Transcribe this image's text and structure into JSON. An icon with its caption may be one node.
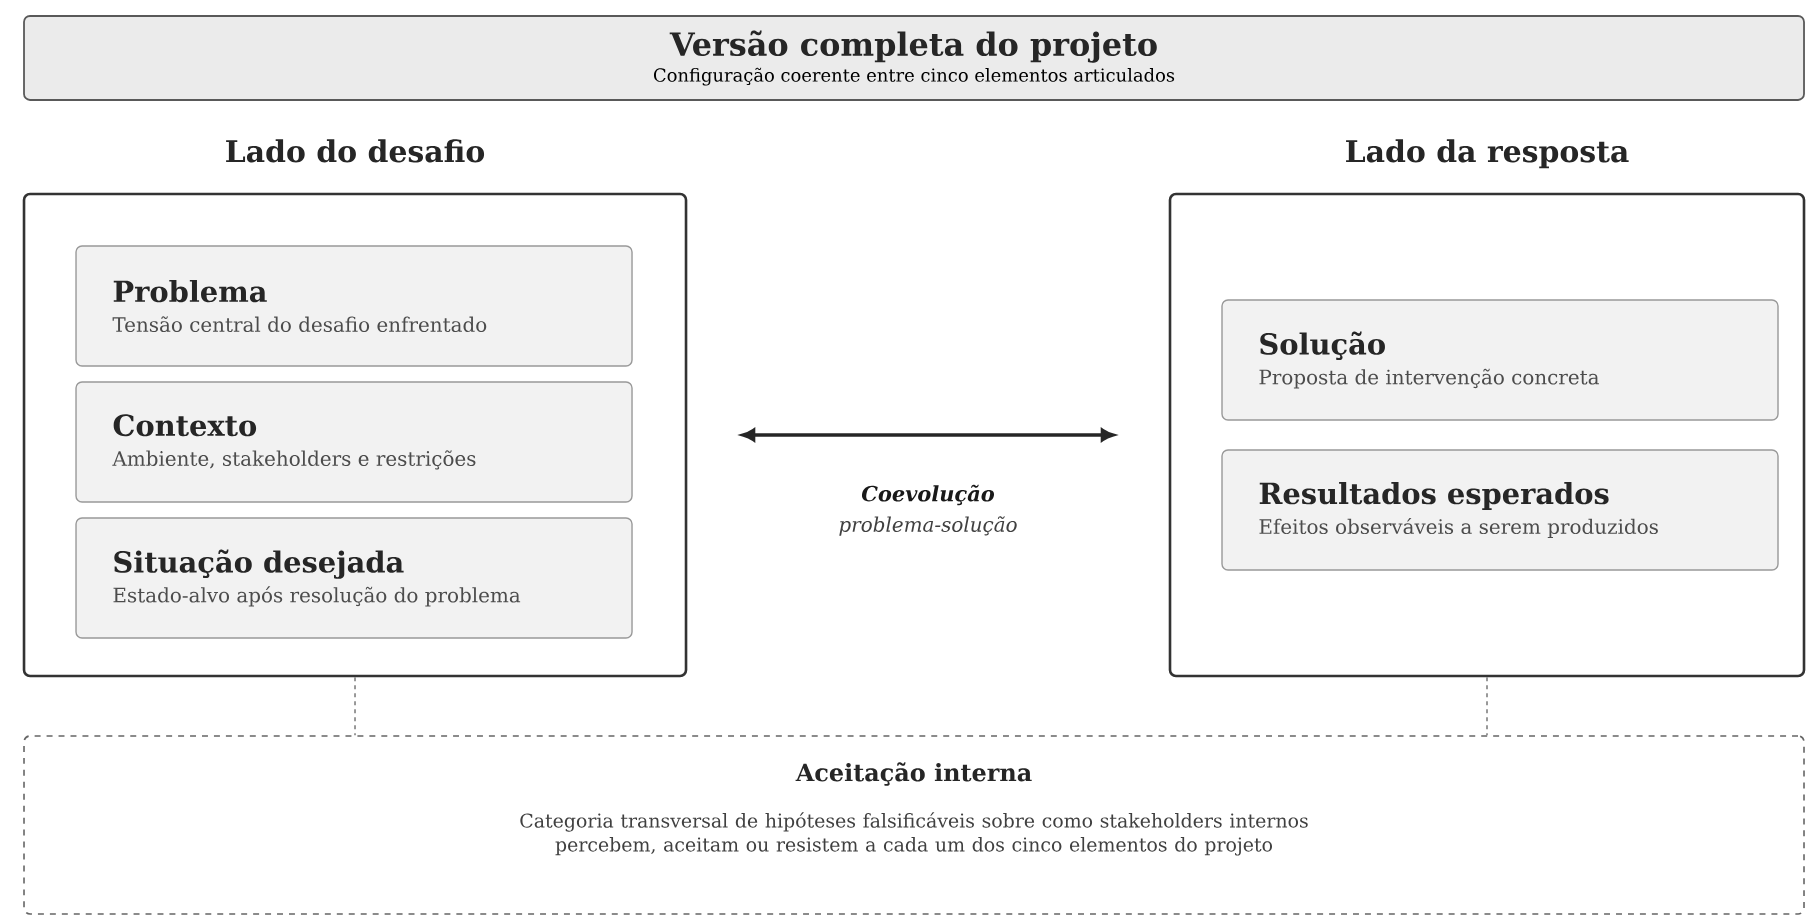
{
  "diagram": {
    "nodes": [
      {
        "text": [
          "Versão completa do projeto",
          "Configuração coerente entre cinco elementos articulados"
        ]
      },
      {
        "text": [
          "Lado do desafio"
        ]
      },
      {
        "text": [
          "Problema",
          "Tensão central do desafio enfrentado"
        ],
        "in": 1
      },
      {
        "text": [
          "Contexto",
          "Ambiente, stakeholders e restrições"
        ],
        "in": 1
      },
      {
        "text": [
          "Situação desejada",
          "Estado-alvo após resolução do problema"
        ],
        "in": 1
      },
      {
        "text": [
          "Lado da resposta"
        ]
      },
      {
        "text": [
          "Solução",
          "Proposta de intervenção concreta"
        ],
        "in": 5
      },
      {
        "text": [
          "Resultados esperados",
          "Efeitos observáveis a serem produzidos"
        ],
        "in": 5
      },
      {
        "text": [
          "Aceitação interna",
          "Categoria transversal de hipóteses falsificáveis sobre como stakeholders internos percebem, aceitam ou resistem a cada um dos cinco elementos do projeto"
        ]
      }
    ],
    "edges": [
      {
        "from": 1,
        "to": 5,
        "arrow": "both",
        "label": "Coevolução"
      },
      {
        "from": 1,
        "to": 8,
        "arrow": "none",
        "style": "dashed"
      },
      {
        "from": 5,
        "to": 8,
        "arrow": "none",
        "style": "dashed"
      }
    ],
    "labels": [
      "problema-solução"
    ]
  }
}
